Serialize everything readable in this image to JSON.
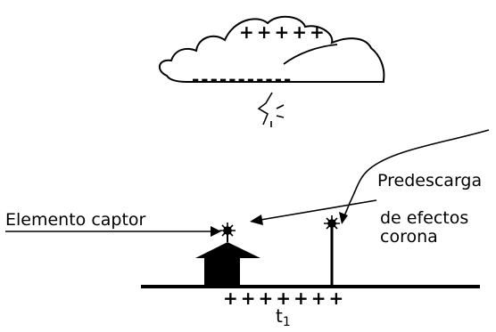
{
  "diagram": {
    "cloud_positive_charges": "+++++",
    "cloud_negative_charges": "-----------",
    "ground_positive_charges": "+++++++",
    "time_label": "t",
    "time_subscript": "1",
    "labels": {
      "captor": "Elemento captor",
      "predescarga": "Predescarga",
      "de_efectos": "de efectos",
      "corona": "corona"
    }
  }
}
